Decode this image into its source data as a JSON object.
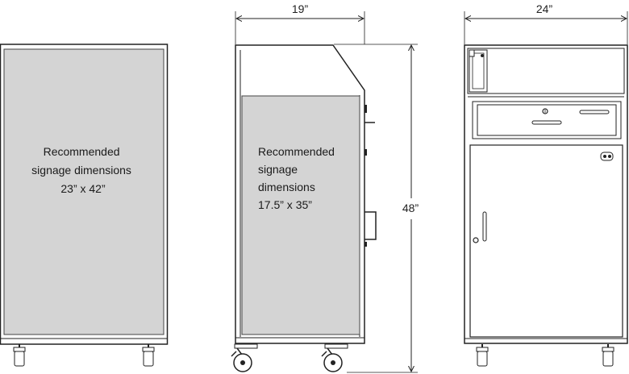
{
  "front_view": {
    "signage_lines": [
      "Recommended",
      "signage dimensions",
      "23” x 42”"
    ]
  },
  "side_view": {
    "width_label": "19”",
    "height_label": "48”",
    "signage_lines": [
      "Recommended",
      "signage",
      "dimensions",
      "17.5” x 35”"
    ]
  },
  "back_view": {
    "width_label": "24”"
  },
  "colors": {
    "signage_fill": "#d4d4d4",
    "line": "#222222"
  }
}
